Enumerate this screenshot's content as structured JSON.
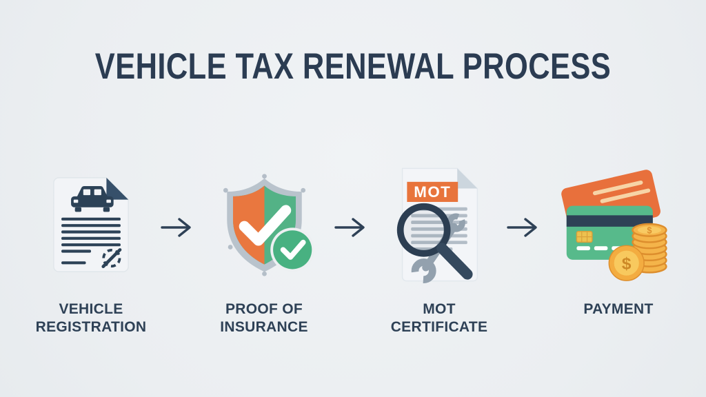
{
  "title": "VEHICLE TAX RENEWAL PROCESS",
  "steps": [
    {
      "name": "vehicle-registration",
      "label_line1": "VEHICLE",
      "label_line2": "REGISTRATION",
      "icon": "vehicle-registration-document-icon"
    },
    {
      "name": "proof-of-insurance",
      "label_line1": "PROOF OF",
      "label_line2": "INSURANCE",
      "icon": "insurance-shield-check-icon"
    },
    {
      "name": "mot-certificate",
      "label_line1": "MOT",
      "label_line2": "CERTIFICATE",
      "icon": "mot-inspection-document-icon",
      "banner": "MOT"
    },
    {
      "name": "payment",
      "label_line1": "PAYMENT",
      "label_line2": "",
      "icon": "credit-cards-coins-icon",
      "currency": "$"
    }
  ],
  "icons": {
    "connector": "right-arrow-icon",
    "step1_detail": [
      "car-icon",
      "text-lines",
      "signature-stamp-icon"
    ],
    "step2_detail": [
      "shield-icon",
      "check-mark-icon",
      "check-badge-icon"
    ],
    "step3_detail": [
      "document-icon",
      "magnifier-icon",
      "wrench-icon"
    ],
    "step4_detail": [
      "credit-card-icon",
      "coin-stack-icon",
      "dollar-coin-icon"
    ]
  },
  "colors": {
    "background": "#edf0f2",
    "heading_text": "#2b3c52",
    "label_text": "#2e4156",
    "arrow": "#2e4156",
    "navy": "#2c4257",
    "orange": "#e8713d",
    "green": "#53b286",
    "badge_green": "#48b181",
    "shield_border_gray": "#b9c3cc",
    "document_fill": "#f2f4f7",
    "line_gray": "#b3bdc7",
    "wrench_gray": "#93a1ae",
    "gold": "#f4b44a",
    "gold_dark": "#dd8e2d"
  }
}
